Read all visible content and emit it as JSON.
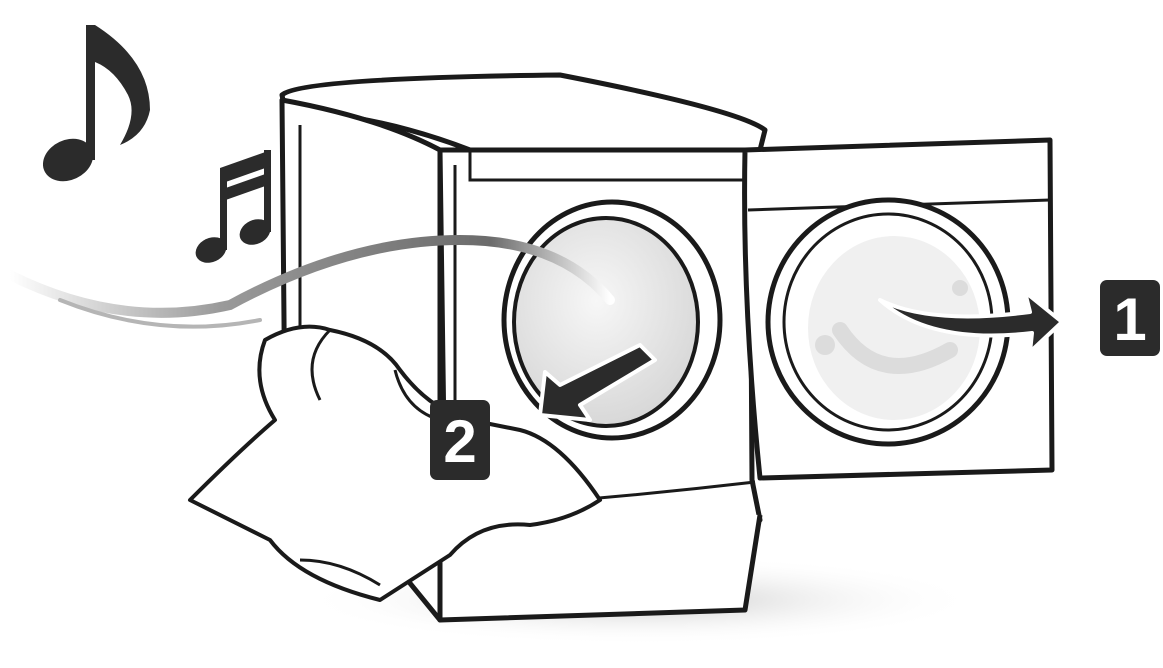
{
  "steps": [
    {
      "number": "1",
      "action": "open-door"
    },
    {
      "number": "2",
      "action": "remove-laundry"
    }
  ],
  "colors": {
    "ink": "#1a1a1a",
    "badge": "#2b2b2b",
    "badge_text": "#ffffff",
    "paper": "#ffffff",
    "shadow": "#d6d6d6",
    "drum": "#e9e9e9"
  },
  "icons": [
    "eighth-note-icon",
    "beamed-notes-icon",
    "arrow-open-door-icon",
    "arrow-remove-laundry-icon"
  ]
}
